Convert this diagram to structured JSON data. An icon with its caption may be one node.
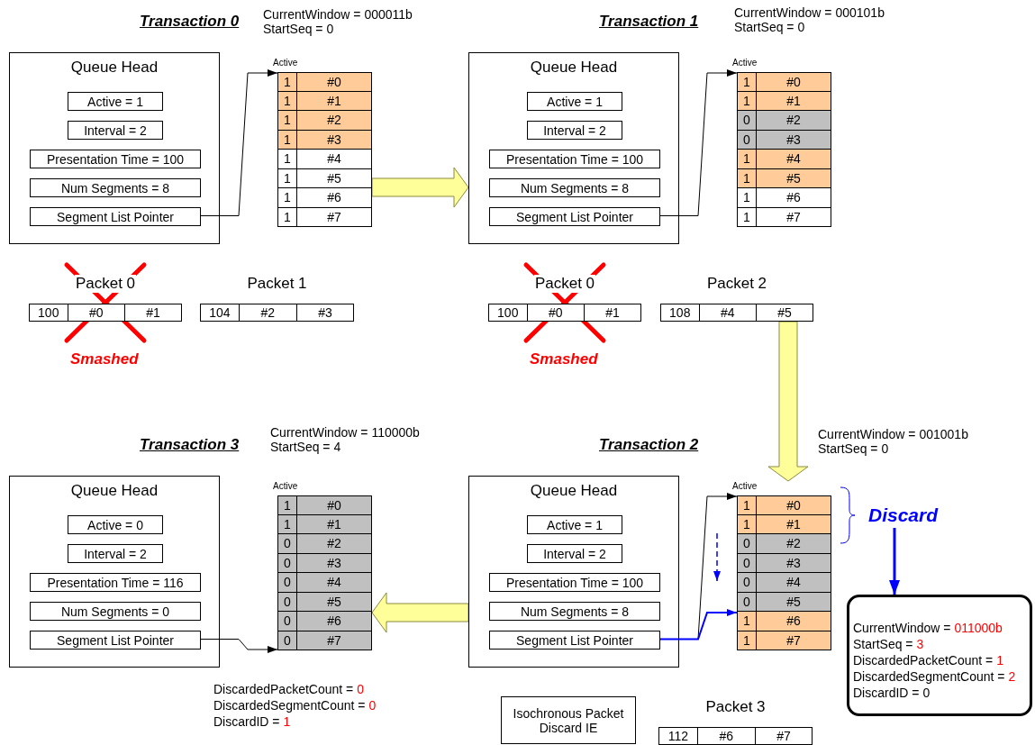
{
  "diagram": {
    "nodes": [
      {
        "text": [
          "Queue Head"
        ]
      },
      {
        "text": [
          "Active = 1"
        ],
        "in": 0
      },
      {
        "text": [
          "Interval = 2"
        ],
        "in": 0
      },
      {
        "text": [
          "Presentation Time = 100"
        ],
        "in": 0
      },
      {
        "text": [
          "Num Segments = 8"
        ],
        "in": 0
      },
      {
        "text": [
          "Segment List Pointer"
        ],
        "in": 0
      },
      {
        "text": [
          "Active"
        ]
      },
      {
        "text": [
          "1",
          "#0"
        ],
        "in": 6
      },
      {
        "text": [
          "1",
          "#1"
        ],
        "in": 6
      },
      {
        "text": [
          "1",
          "#2"
        ],
        "in": 6
      },
      {
        "text": [
          "1",
          "#3"
        ],
        "in": 6
      },
      {
        "text": [
          "1",
          "#4"
        ],
        "in": 6
      },
      {
        "text": [
          "1",
          "#5"
        ],
        "in": 6
      },
      {
        "text": [
          "1",
          "#6"
        ],
        "in": 6
      },
      {
        "text": [
          "1",
          "#7"
        ],
        "in": 6
      },
      {
        "text": [
          "Packet 0",
          "100",
          "#0",
          "#1"
        ],
        "beside": [
          "Smashed"
        ]
      },
      {
        "text": [
          "Packet 1",
          "104",
          "#2",
          "#3"
        ]
      },
      {
        "text": [
          "Queue Head"
        ]
      },
      {
        "text": [
          "Active = 1"
        ],
        "in": 17
      },
      {
        "text": [
          "Interval = 2"
        ],
        "in": 17
      },
      {
        "text": [
          "Presentation Time = 100"
        ],
        "in": 17
      },
      {
        "text": [
          "Num Segments = 8"
        ],
        "in": 17
      },
      {
        "text": [
          "Segment List Pointer"
        ],
        "in": 17
      },
      {
        "text": [
          "Active"
        ]
      },
      {
        "text": [
          "1",
          "#0"
        ],
        "in": 23
      },
      {
        "text": [
          "1",
          "#1"
        ],
        "in": 23
      },
      {
        "text": [
          "0",
          "#2"
        ],
        "in": 23
      },
      {
        "text": [
          "0",
          "#3"
        ],
        "in": 23
      },
      {
        "text": [
          "1",
          "#4"
        ],
        "in": 23
      },
      {
        "text": [
          "1",
          "#5"
        ],
        "in": 23
      },
      {
        "text": [
          "1",
          "#6"
        ],
        "in": 23
      },
      {
        "text": [
          "1",
          "#7"
        ],
        "in": 23
      },
      {
        "text": [
          "Packet 0",
          "100",
          "#0",
          "#1"
        ],
        "beside": [
          "Smashed"
        ]
      },
      {
        "text": [
          "Packet 2",
          "108",
          "#4",
          "#5"
        ]
      },
      {
        "text": [
          "Queue Head"
        ]
      },
      {
        "text": [
          "Active = 0"
        ],
        "in": 34
      },
      {
        "text": [
          "Interval = 2"
        ],
        "in": 34
      },
      {
        "text": [
          "Presentation Time = 116"
        ],
        "in": 34
      },
      {
        "text": [
          "Num Segments = 0"
        ],
        "in": 34
      },
      {
        "text": [
          "Segment List Pointer"
        ],
        "in": 34
      },
      {
        "text": [
          "Active"
        ]
      },
      {
        "text": [
          "1",
          "#0"
        ],
        "in": 40
      },
      {
        "text": [
          "1",
          "#1"
        ],
        "in": 40
      },
      {
        "text": [
          "0",
          "#2"
        ],
        "in": 40
      },
      {
        "text": [
          "0",
          "#3"
        ],
        "in": 40
      },
      {
        "text": [
          "0",
          "#4"
        ],
        "in": 40
      },
      {
        "text": [
          "0",
          "#5"
        ],
        "in": 40
      },
      {
        "text": [
          "0",
          "#6"
        ],
        "in": 40
      },
      {
        "text": [
          "0",
          "#7"
        ],
        "in": 40
      },
      {
        "text": [
          "Queue Head"
        ]
      },
      {
        "text": [
          "Active = 1"
        ],
        "in": 49
      },
      {
        "text": [
          "Interval = 2"
        ],
        "in": 49
      },
      {
        "text": [
          "Presentation Time = 100"
        ],
        "in": 49
      },
      {
        "text": [
          "Num Segments = 8"
        ],
        "in": 49
      },
      {
        "text": [
          "Segment List Pointer"
        ],
        "in": 49
      },
      {
        "text": [
          "Active"
        ]
      },
      {
        "text": [
          "1",
          "#0"
        ],
        "in": 55
      },
      {
        "text": [
          "1",
          "#1"
        ],
        "in": 55
      },
      {
        "text": [
          "0",
          "#2"
        ],
        "in": 55
      },
      {
        "text": [
          "0",
          "#3"
        ],
        "in": 55
      },
      {
        "text": [
          "0",
          "#4"
        ],
        "in": 55
      },
      {
        "text": [
          "0",
          "#5"
        ],
        "in": 55
      },
      {
        "text": [
          "1",
          "#6"
        ],
        "in": 55
      },
      {
        "text": [
          "1",
          "#7"
        ],
        "in": 55
      },
      {
        "text": [
          "Isochronous Packet Discard IE"
        ]
      },
      {
        "text": [
          "Packet 3",
          "112",
          "#6",
          "#7"
        ]
      },
      {
        "text": [
          "Discard"
        ]
      },
      {
        "text": [
          "CurrentWindow = 011000b",
          "StartSeq = 3",
          "DiscardedPacketCount = 1",
          "DiscardedSegmentCount = 2",
          "DiscardID = 0"
        ]
      }
    ],
    "edges": [
      {
        "from": 5,
        "to": 7,
        "arrow": "to"
      },
      {
        "from": 6,
        "to": 17,
        "arrow": "to",
        "style": "thick",
        "color": "#ffff99"
      },
      {
        "from": 22,
        "to": 24,
        "arrow": "to"
      },
      {
        "from": 33,
        "to": 55,
        "arrow": "to",
        "style": "thick",
        "color": "#ffff99"
      },
      {
        "from": 54,
        "to": 56,
        "arrow": "to"
      },
      {
        "from": 54,
        "to": 62,
        "arrow": "to",
        "color": "#0000ff"
      },
      {
        "from": 66,
        "to": 67,
        "arrow": "to",
        "style": "thick",
        "color": "#0000ff"
      },
      {
        "from": 49,
        "to": 40,
        "arrow": "to",
        "style": "thick",
        "color": "#ffff99"
      },
      {
        "from": 39,
        "to": 48,
        "arrow": "to"
      }
    ],
    "labels": [
      "Transaction 0",
      "CurrentWindow = 000011b",
      "StartSeq = 0",
      "Transaction 1",
      "CurrentWindow = 000101b",
      "StartSeq = 0",
      "Transaction 3",
      "CurrentWindow = 110000b",
      "StartSeq = 4",
      "Transaction 2",
      "CurrentWindow = 001001b",
      "StartSeq = 0",
      "DiscardedPacketCount = 0",
      "DiscardedSegmentCount = 0",
      "DiscardID = 1"
    ]
  }
}
